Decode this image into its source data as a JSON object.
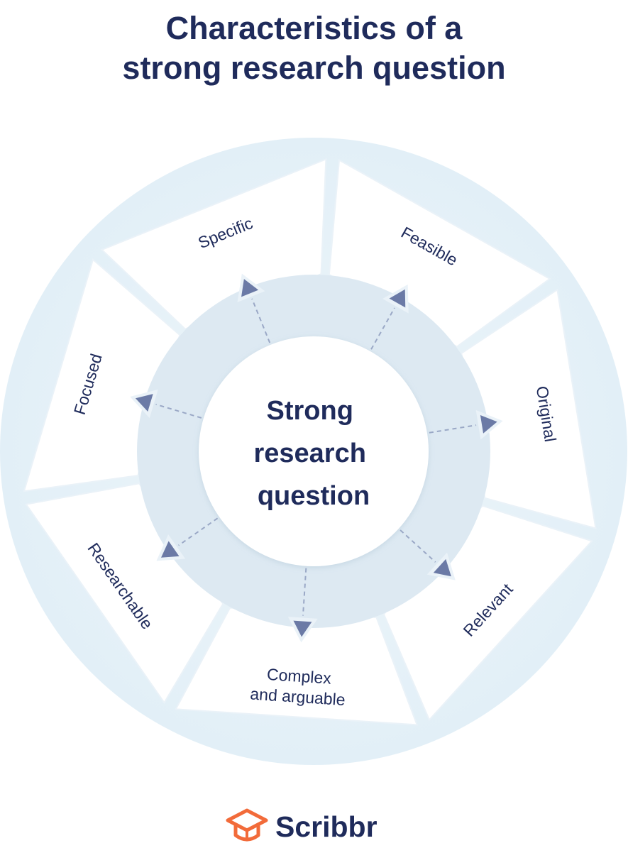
{
  "title_lines": [
    "Characteristics of a",
    "strong research question"
  ],
  "center_lines": [
    "Strong",
    "research",
    "question"
  ],
  "segments": [
    {
      "label_lines": [
        "Specific"
      ]
    },
    {
      "label_lines": [
        "Feasible"
      ]
    },
    {
      "label_lines": [
        "Original"
      ]
    },
    {
      "label_lines": [
        "Relevant"
      ]
    },
    {
      "label_lines": [
        "Complex",
        "and arguable"
      ]
    },
    {
      "label_lines": [
        "Researchable"
      ]
    },
    {
      "label_lines": [
        "Focused"
      ]
    }
  ],
  "brand": {
    "name": "Scribbr",
    "icon": "graduation-cap-logo-icon",
    "color": "#f26b3a"
  },
  "colors": {
    "text": "#1f2b5b",
    "outer_ring": "#e8f2f8",
    "segment_fill": "#ffffff",
    "middle_ring": "#dde9f2",
    "arrow": "#6b7aa6",
    "dash": "#9aa8c6"
  }
}
